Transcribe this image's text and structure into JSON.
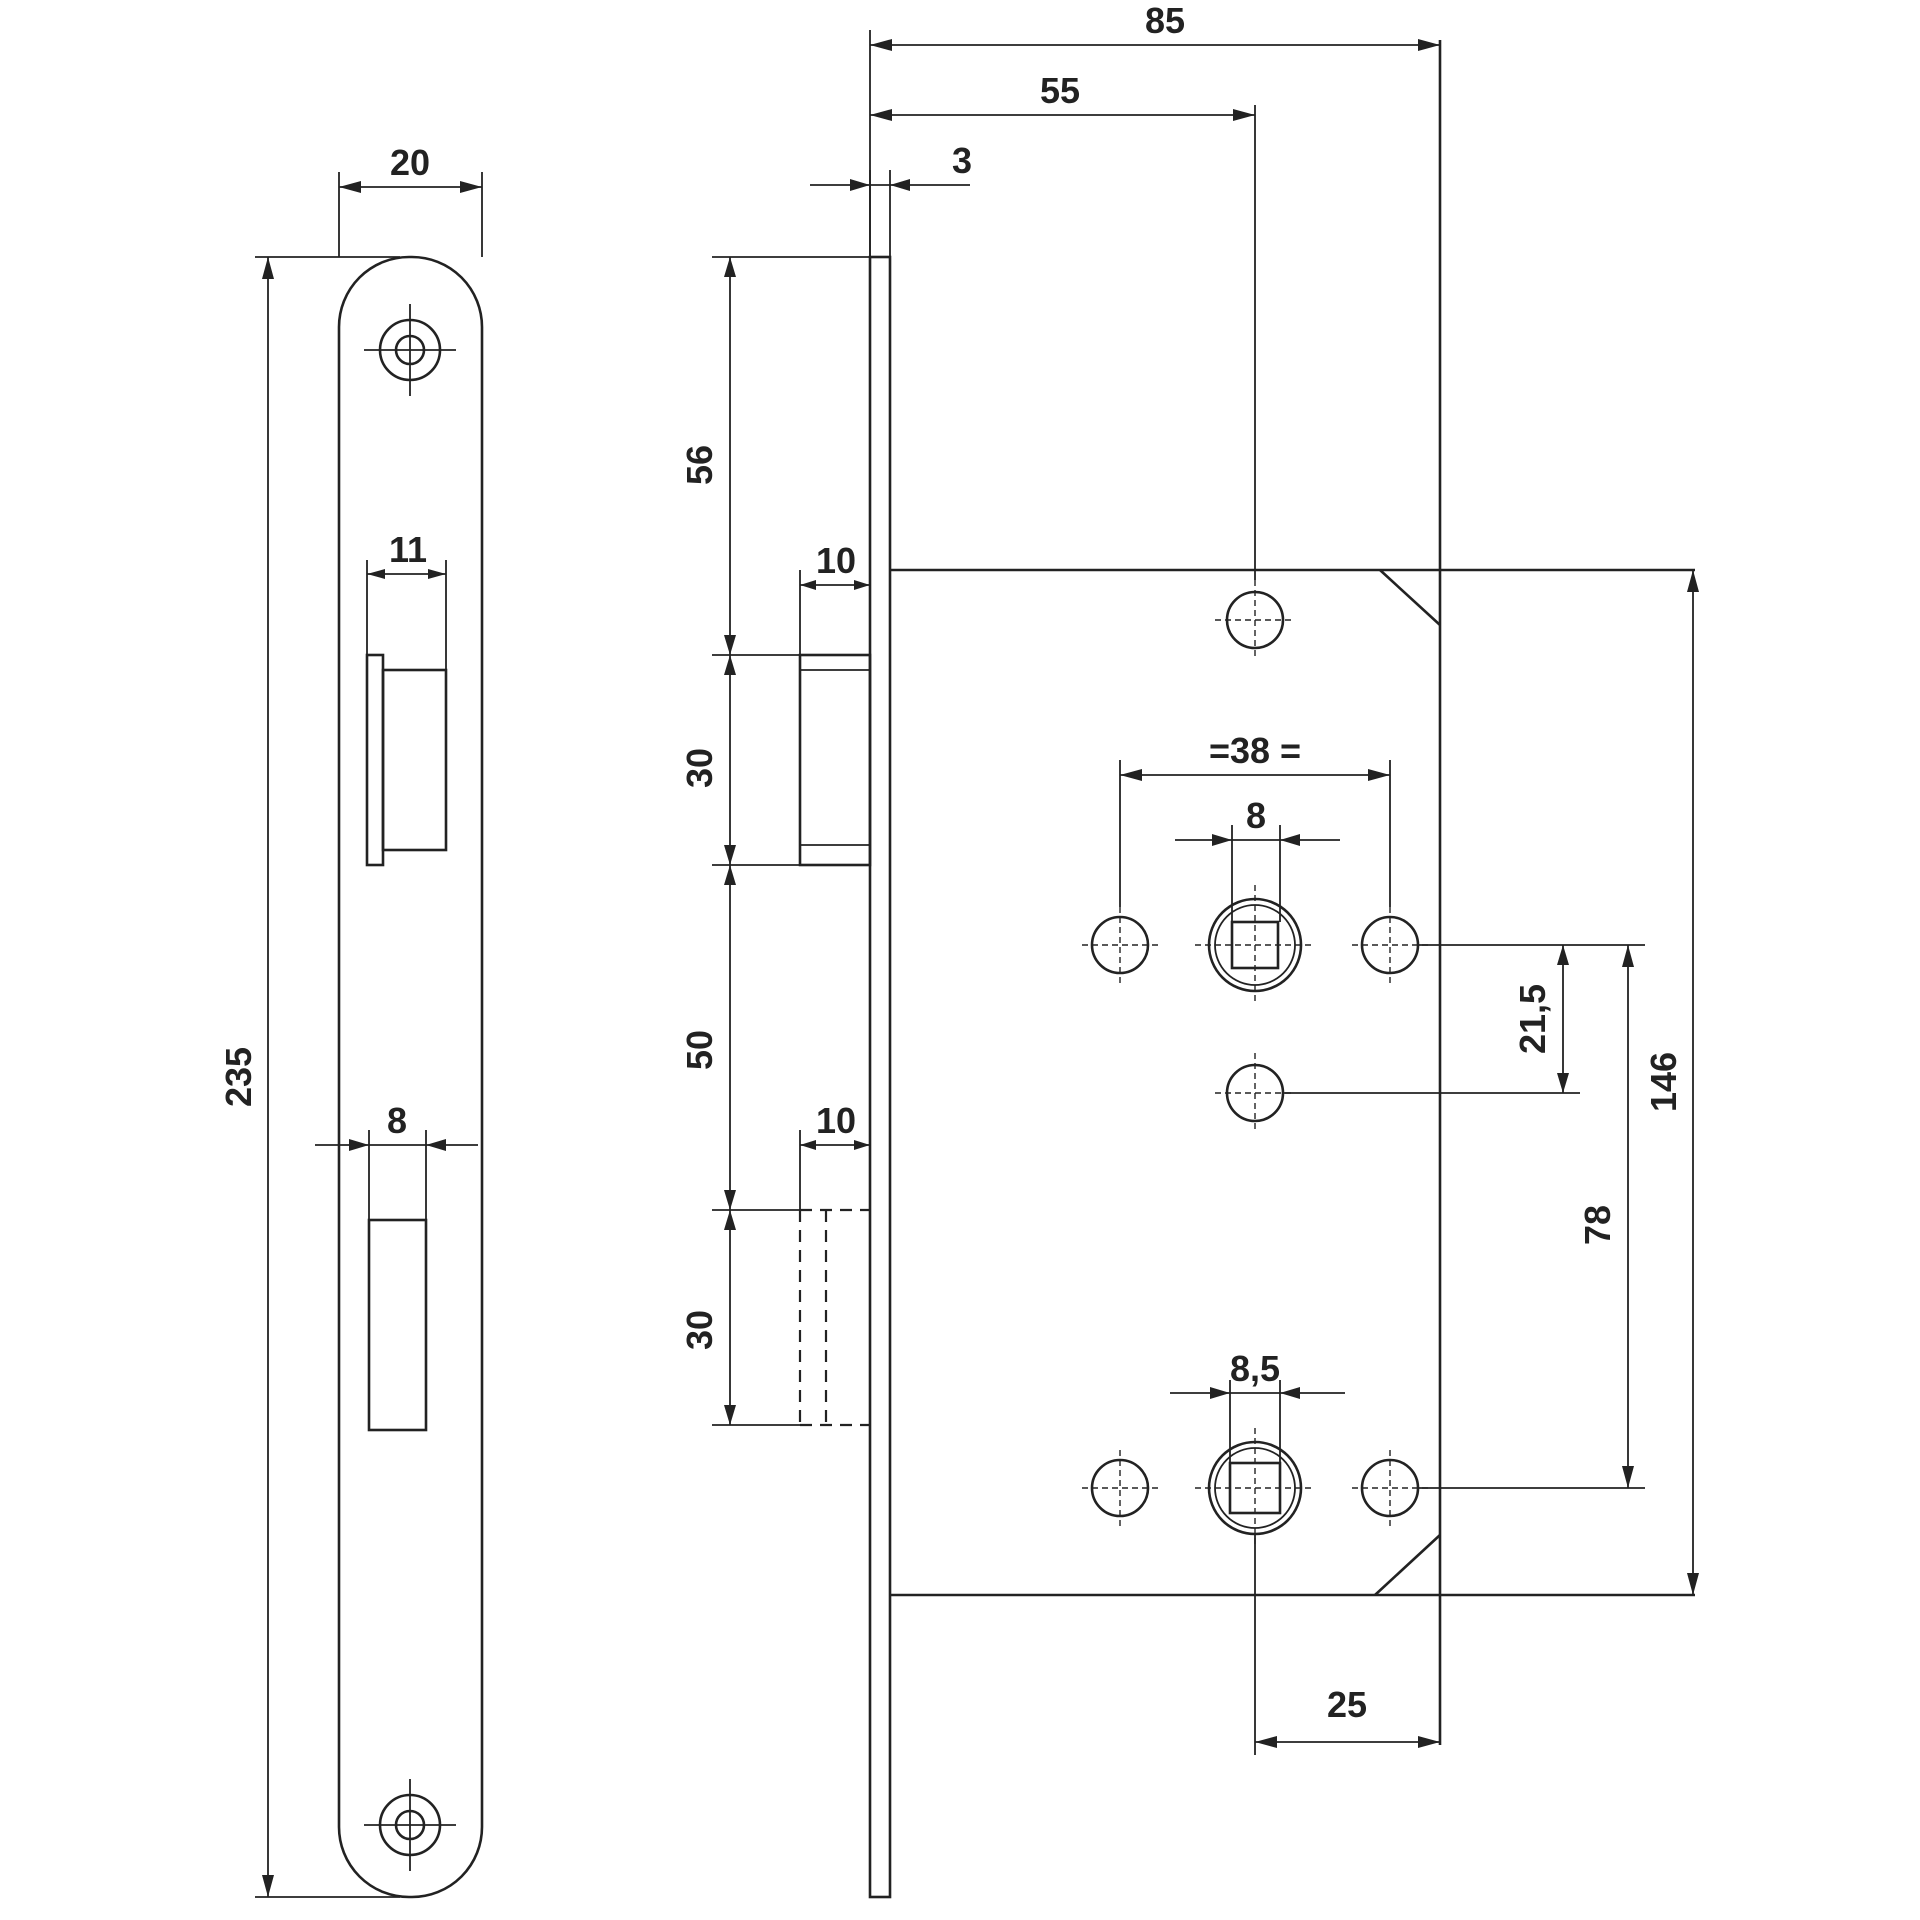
{
  "faceplate": {
    "width": "20",
    "height": "235",
    "latch_width": "11",
    "bolt_width": "8"
  },
  "side": {
    "backset_total": "85",
    "backset": "55",
    "plate_thickness": "3",
    "top_offset": "56",
    "latch_height": "30",
    "spacing": "50",
    "bolt_height": "30",
    "latch_projection": "10",
    "bolt_projection": "10"
  },
  "body": {
    "fixing_pitch": "=38 =",
    "follower_square": "8",
    "cylinder_square": "8,5",
    "follower_to_hole": "21,5",
    "distance": "78",
    "case_height": "146",
    "case_edge": "25"
  }
}
